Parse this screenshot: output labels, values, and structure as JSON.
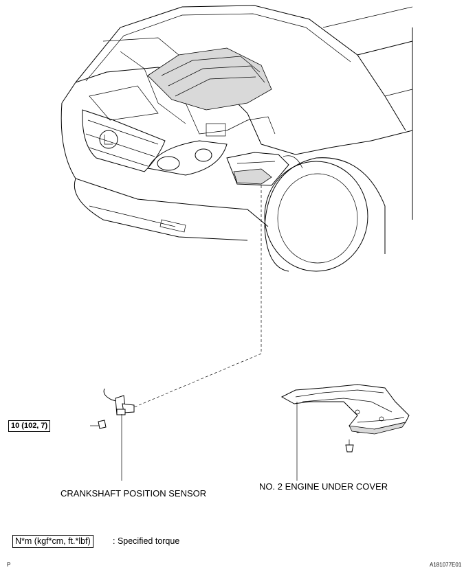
{
  "labels": {
    "crankshaft_sensor": "CRANKSHAFT POSITION SENSOR",
    "under_cover": "NO. 2 ENGINE UNDER COVER",
    "torque_value": "10 (102, 7)",
    "legend_units": "N*m (kgf*cm, ft.*lbf)",
    "legend_text": ": Specified torque",
    "corner_left": "P",
    "figure_code": "A181077E01"
  }
}
